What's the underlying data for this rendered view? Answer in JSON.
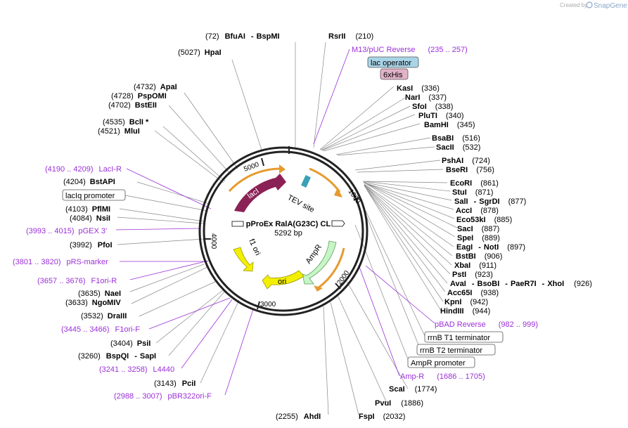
{
  "credit": {
    "prefix": "Created by",
    "brand": "SnapGene"
  },
  "plasmid": {
    "name": "pProEx RalA(G23C) CL",
    "size": "5292 bp"
  },
  "ticks": [
    "5000",
    "1000",
    "2000",
    "3000",
    "4000"
  ],
  "features": {
    "lacI": "lacI",
    "tev": "TEV site",
    "ampr": "AmpR",
    "f1ori": "f1 ori",
    "ori": "ori"
  },
  "colors": {
    "lacI": "#8b2255",
    "ampr": "#c8f5c8",
    "f1ori": "#f2ef00",
    "ori": "#f2ef00",
    "promoter": "#e69a2e",
    "purple": "#9b30d9",
    "lac_operator_box": "#a8d4e6",
    "his_box": "#e3b2c8"
  },
  "labels_left": [
    {
      "pos": "(72)",
      "name": "BfuAI",
      "sep": "-",
      "name2": "BspMI"
    },
    {
      "pos": "(5027)",
      "name": "HpaI"
    },
    {
      "pos": "(4732)",
      "name": "ApaI"
    },
    {
      "pos": "(4728)",
      "name": "PspOMI"
    },
    {
      "pos": "(4702)",
      "name": "BstEII"
    },
    {
      "pos": "(4535)",
      "name": "BclI *"
    },
    {
      "pos": "(4521)",
      "name": "MluI"
    },
    {
      "range": "(4190 .. 4209)",
      "name": "LacI-R"
    },
    {
      "pos": "(4204)",
      "name": "BstAPI"
    },
    {
      "box": "lacIq promoter"
    },
    {
      "pos": "(4103)",
      "name": "PflMI"
    },
    {
      "pos": "(4084)",
      "name": "NsiI"
    },
    {
      "range": "(3993 .. 4015)",
      "name": "pGEX 3'"
    },
    {
      "pos": "(3992)",
      "name": "PfoI"
    },
    {
      "range": "(3801 .. 3820)",
      "name": "pRS-marker"
    },
    {
      "range": "(3657 .. 3676)",
      "name": "F1ori-R"
    },
    {
      "pos": "(3635)",
      "name": "NaeI"
    },
    {
      "pos": "(3633)",
      "name": "NgoMIV"
    },
    {
      "pos": "(3532)",
      "name": "DraIII"
    },
    {
      "range": "(3445 .. 3466)",
      "name": "F1ori-F"
    },
    {
      "pos": "(3404)",
      "name": "PsiI"
    },
    {
      "pos": "(3260)",
      "name": "BspQI",
      "sep": "-",
      "name2": "SapI"
    },
    {
      "range": "(3241 .. 3258)",
      "name": "L4440"
    },
    {
      "pos": "(3143)",
      "name": "PciI"
    },
    {
      "range": "(2988 .. 3007)",
      "name": "pBR322ori-F"
    },
    {
      "pos": "(2255)",
      "name": "AhdI"
    }
  ],
  "labels_right": [
    {
      "name": "RsrII",
      "pos": "(210)"
    },
    {
      "name": "M13/pUC Reverse",
      "range": "(235 .. 257)"
    },
    {
      "box": "lac operator"
    },
    {
      "box": "6xHis"
    },
    {
      "name": "KasI",
      "pos": "(336)"
    },
    {
      "name": "NarI",
      "pos": "(337)"
    },
    {
      "name": "SfoI",
      "pos": "(338)"
    },
    {
      "name": "PluTI",
      "pos": "(340)"
    },
    {
      "name": "BamHI",
      "pos": "(345)"
    },
    {
      "name": "BsaBI",
      "pos": "(516)"
    },
    {
      "name": "SacII",
      "pos": "(532)"
    },
    {
      "name": "PshAI",
      "pos": "(724)"
    },
    {
      "name": "BseRI",
      "pos": "(756)"
    },
    {
      "name": "EcoRI",
      "pos": "(861)"
    },
    {
      "name": "StuI",
      "pos": "(871)"
    },
    {
      "name": "SalI",
      "sep": "-",
      "name2": "SgrDI",
      "pos": "(877)"
    },
    {
      "name": "AccI",
      "pos": "(878)"
    },
    {
      "name": "Eco53kI",
      "pos": "(885)"
    },
    {
      "name": "SacI",
      "pos": "(887)"
    },
    {
      "name": "SpeI",
      "pos": "(889)"
    },
    {
      "name": "EagI",
      "sep": "-",
      "name2": "NotI",
      "pos": "(897)"
    },
    {
      "name": "BstBI",
      "pos": "(906)"
    },
    {
      "name": "XbaI",
      "pos": "(911)"
    },
    {
      "name": "PstI",
      "pos": "(923)"
    },
    {
      "name": "AvaI",
      "sep": "-",
      "name2": "BsoBI",
      "sep2": "-",
      "name3": "PaeR7I",
      "sep3": "-",
      "name4": "XhoI",
      "pos": "(926)"
    },
    {
      "name": "Acc65I",
      "pos": "(938)"
    },
    {
      "name": "KpnI",
      "pos": "(942)"
    },
    {
      "name": "HindIII",
      "pos": "(944)"
    },
    {
      "name": "pBAD Reverse",
      "range": "(982 .. 999)"
    },
    {
      "box": "rrnB T1 terminator"
    },
    {
      "box": "rrnB T2 terminator"
    },
    {
      "box": "AmpR promoter"
    },
    {
      "name": "Amp-R",
      "range": "(1686 .. 1705)"
    },
    {
      "name": "ScaI",
      "pos": "(1774)"
    },
    {
      "name": "PvuI",
      "pos": "(1886)"
    },
    {
      "name": "FspI",
      "pos": "(2032)"
    }
  ]
}
